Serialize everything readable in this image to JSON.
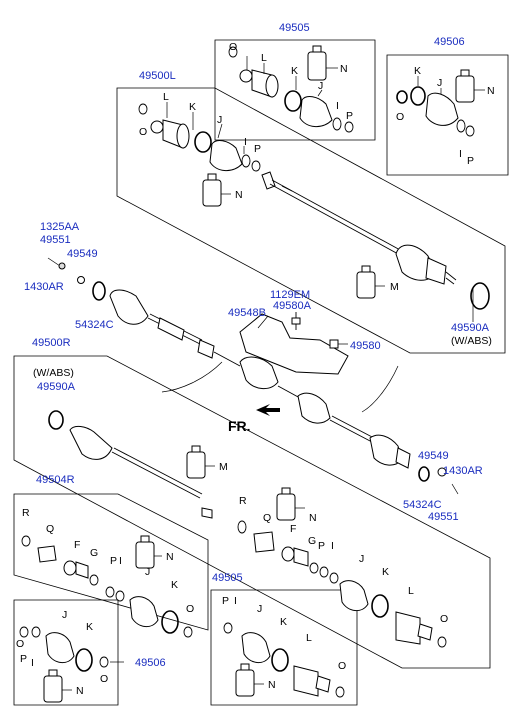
{
  "parts": {
    "p49505_top": "49505",
    "p49506_top": "49506",
    "p49500L": "49500L",
    "p1325AA": "1325AA",
    "p49551_top": "49551",
    "p49549_top": "49549",
    "p1430AR_top": "1430AR",
    "p54324C_top": "54324C",
    "p1129EM": "1129EM",
    "p49580A": "49580A",
    "p49548B": "49548B",
    "p49580": "49580",
    "p49590A_right": "49590A",
    "wabs_right": "(W/ABS)",
    "p49500R": "49500R",
    "wabs_left": "(W/ABS)",
    "p49590A_left": "49590A",
    "fr": "FR.",
    "p49549_bot": "49549",
    "p1430AR_bot": "1430AR",
    "p54324C_bot": "54324C",
    "p49551_bot": "49551",
    "p49504R": "49504R",
    "p49505_bot": "49505",
    "p49506_bot": "49506"
  },
  "letters": {
    "O": "O",
    "L": "L",
    "K": "K",
    "J": "J",
    "I": "I",
    "P": "P",
    "N": "N",
    "M": "M",
    "R": "R",
    "Q": "Q",
    "F": "F",
    "G": "G"
  },
  "colors": {
    "part_number": "#1a2dbf",
    "letter": "#000000"
  }
}
